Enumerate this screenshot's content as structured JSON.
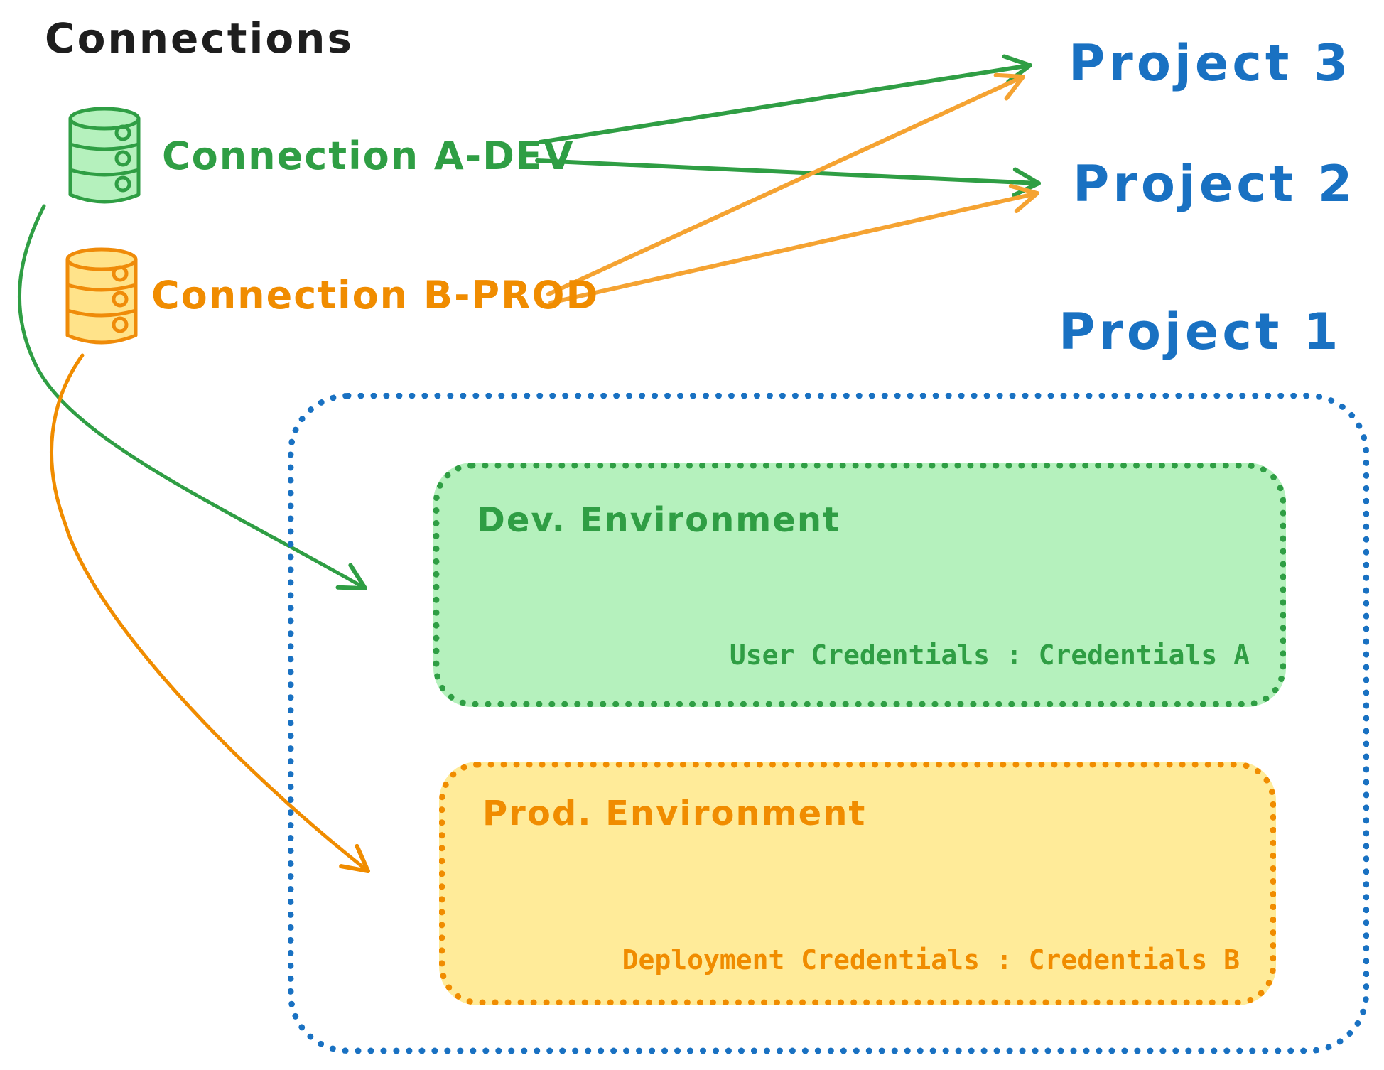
{
  "title": "Connections",
  "colors": {
    "green": "#2f9e44",
    "green_fill": "#b5f1bd",
    "orange": "#f08c00",
    "orange_arrow": "#f5a332",
    "orange_db_fill": "#ffe38a",
    "orange_fill": "#ffeb99",
    "blue": "#1971c2",
    "black": "#1e1e1e"
  },
  "connections": [
    {
      "label": "Connection A-DEV",
      "icon": "database-icon",
      "color": "#2f9e44"
    },
    {
      "label": "Connection B-PROD",
      "icon": "database-icon",
      "color": "#f08c00"
    }
  ],
  "projects": [
    {
      "label": "Project 3"
    },
    {
      "label": "Project 2"
    },
    {
      "label": "Project 1"
    }
  ],
  "environments": {
    "dev": {
      "title": "Dev. Environment",
      "credentials": "User Credentials : Credentials A"
    },
    "prod": {
      "title": "Prod. Environment",
      "credentials": "Deployment Credentials : Credentials B"
    }
  },
  "edges": [
    {
      "from": "Connection A-DEV",
      "to": "Project 3",
      "color": "#2f9e44"
    },
    {
      "from": "Connection A-DEV",
      "to": "Project 2",
      "color": "#2f9e44"
    },
    {
      "from": "Connection B-PROD",
      "to": "Project 3",
      "color": "#f5a332"
    },
    {
      "from": "Connection B-PROD",
      "to": "Project 2",
      "color": "#f5a332"
    },
    {
      "from": "Connection A-DEV",
      "to": "Dev. Environment",
      "color": "#2f9e44"
    },
    {
      "from": "Connection B-PROD",
      "to": "Prod. Environment",
      "color": "#f08c00"
    }
  ]
}
